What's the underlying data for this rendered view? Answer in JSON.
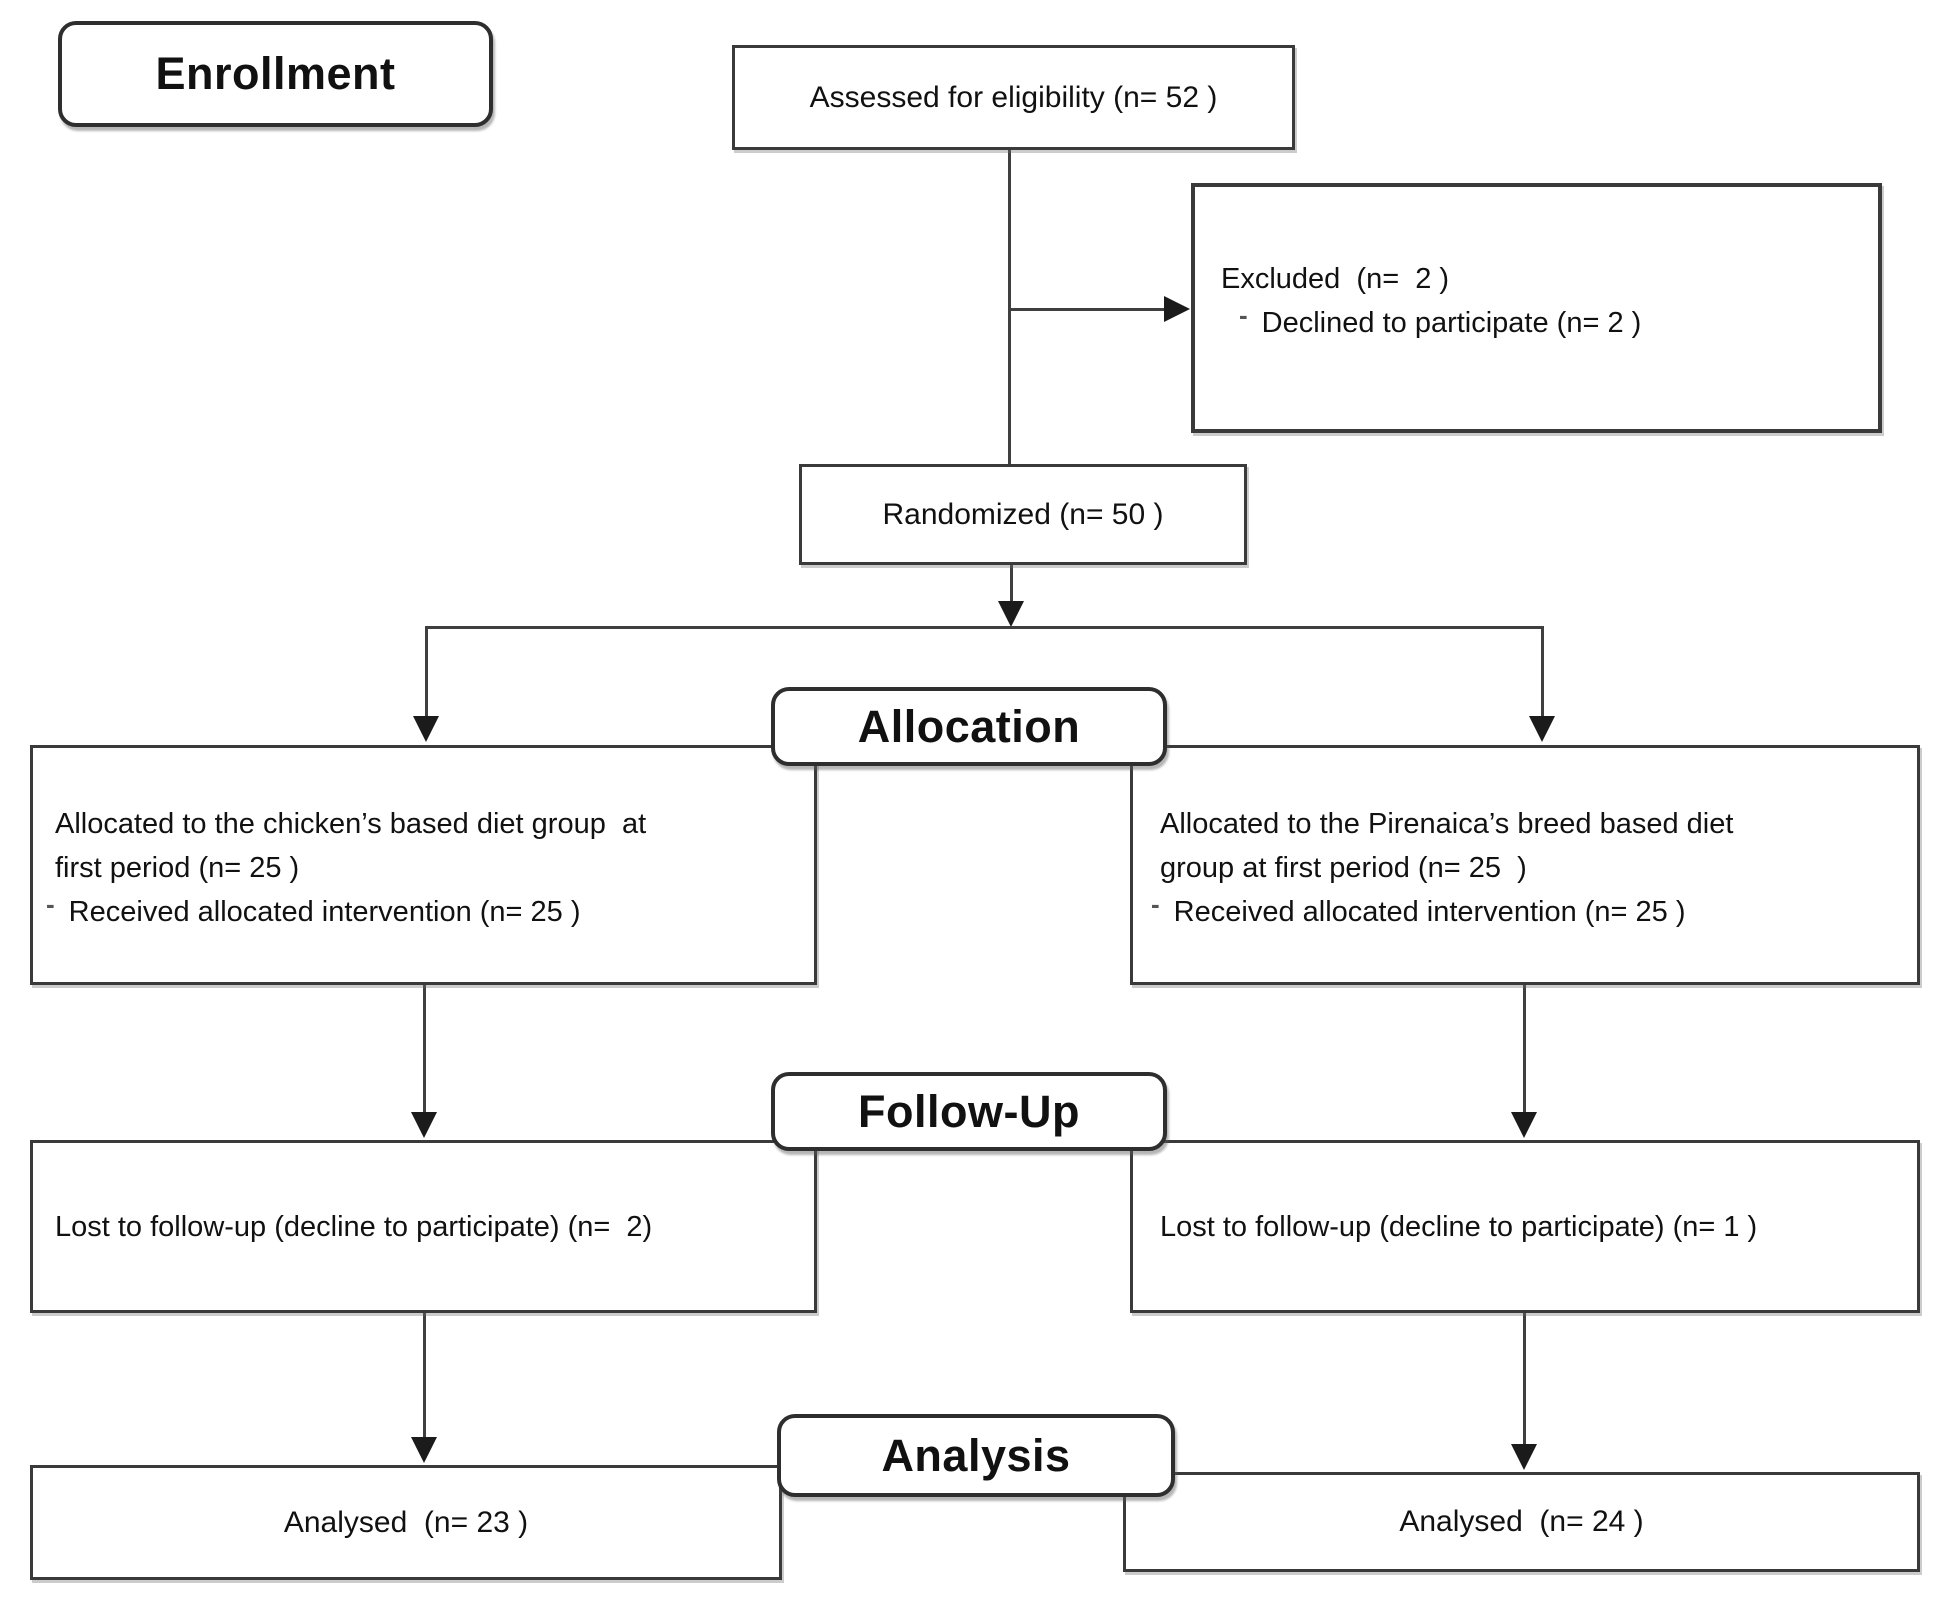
{
  "diagram": {
    "enrollment_label": "Enrollment",
    "allocation_label": "Allocation",
    "followup_label": "Follow-Up",
    "analysis_label": "Analysis",
    "assessed": "Assessed for eligibility (n= 52 )",
    "excluded": {
      "title": "Excluded  (n=  2 )",
      "bullet": "Declined to participate (n= 2 )"
    },
    "randomized": "Randomized (n= 50 )",
    "alloc_left": {
      "line1": "Allocated to the chicken’s based diet group  at",
      "line2": "first period (n= 25 )",
      "bullet": "Received allocated intervention (n= 25 )"
    },
    "alloc_right": {
      "line1": "Allocated to the Pirenaica’s breed based diet",
      "line2": "group at first period (n= 25  )",
      "bullet": "Received allocated intervention (n= 25 )"
    },
    "fu_left": "Lost to follow-up (decline to participate) (n=  2)",
    "fu_right": "Lost to follow-up (decline to participate) (n= 1 )",
    "an_left": "Analysed  (n= 23 )",
    "an_right": "Analysed  (n= 24 )",
    "bullet_char": "-",
    "colors": {
      "border": "#3a3a3a",
      "line": "#3f3f3f",
      "text": "#111111",
      "background": "#ffffff"
    }
  }
}
